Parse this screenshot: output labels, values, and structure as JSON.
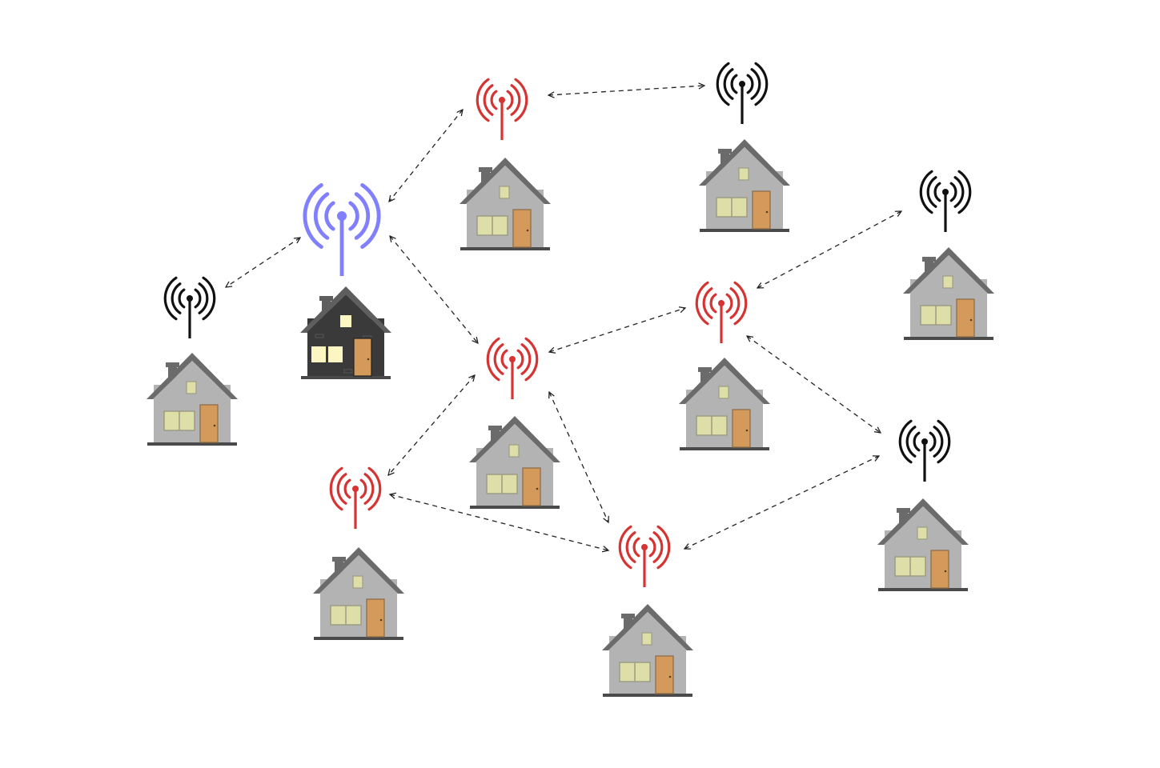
{
  "colors": {
    "background": "#ffffff",
    "house_wall": "#b3b3b3",
    "house_roof": "#6b6b6b",
    "house_ground": "#4a4a4a",
    "window_fill": "#dedea8",
    "window_frame": "#9c9c86",
    "door_fill": "#d49a5c",
    "door_frame": "#8a6a44",
    "dark_wall": "#3a3a3a",
    "dark_roof": "#5e5e5e",
    "lit_window": "#fbf6c2",
    "antenna_blue": "#8080ff",
    "antenna_red": "#d63333",
    "antenna_black": "#111111",
    "link_line": "#222222"
  },
  "nodes": [
    {
      "id": "main-hub",
      "role": "hub",
      "antenna_color": "blue",
      "house": "dark"
    },
    {
      "id": "left",
      "role": "endpoint",
      "antenna_color": "black",
      "house": "gray"
    },
    {
      "id": "top-center",
      "role": "relay",
      "antenna_color": "red",
      "house": "gray"
    },
    {
      "id": "top-right",
      "role": "endpoint",
      "antenna_color": "black",
      "house": "gray"
    },
    {
      "id": "center",
      "role": "relay",
      "antenna_color": "red",
      "house": "gray"
    },
    {
      "id": "center-right",
      "role": "relay",
      "antenna_color": "red",
      "house": "gray"
    },
    {
      "id": "far-right",
      "role": "endpoint",
      "antenna_color": "black",
      "house": "gray"
    },
    {
      "id": "right-lower",
      "role": "endpoint",
      "antenna_color": "black",
      "house": "gray"
    },
    {
      "id": "bottom-left",
      "role": "relay",
      "antenna_color": "red",
      "house": "gray"
    },
    {
      "id": "bottom-center",
      "role": "relay",
      "antenna_color": "red",
      "house": "gray"
    }
  ],
  "links": [
    {
      "from": "main-hub",
      "to": "left",
      "style": "dashed",
      "arrows": "both"
    },
    {
      "from": "main-hub",
      "to": "top-center",
      "style": "dashed",
      "arrows": "both"
    },
    {
      "from": "main-hub",
      "to": "center",
      "style": "dashed",
      "arrows": "both"
    },
    {
      "from": "top-center",
      "to": "top-right",
      "style": "dashed",
      "arrows": "both"
    },
    {
      "from": "center",
      "to": "center-right",
      "style": "dashed",
      "arrows": "both"
    },
    {
      "from": "center",
      "to": "bottom-left",
      "style": "dashed",
      "arrows": "both"
    },
    {
      "from": "center",
      "to": "bottom-center",
      "style": "dashed",
      "arrows": "both"
    },
    {
      "from": "center-right",
      "to": "far-right",
      "style": "dashed",
      "arrows": "both"
    },
    {
      "from": "center-right",
      "to": "right-lower",
      "style": "dashed",
      "arrows": "both"
    },
    {
      "from": "bottom-left",
      "to": "bottom-center",
      "style": "dashed",
      "arrows": "both"
    },
    {
      "from": "bottom-center",
      "to": "right-lower",
      "style": "dashed",
      "arrows": "both"
    }
  ]
}
